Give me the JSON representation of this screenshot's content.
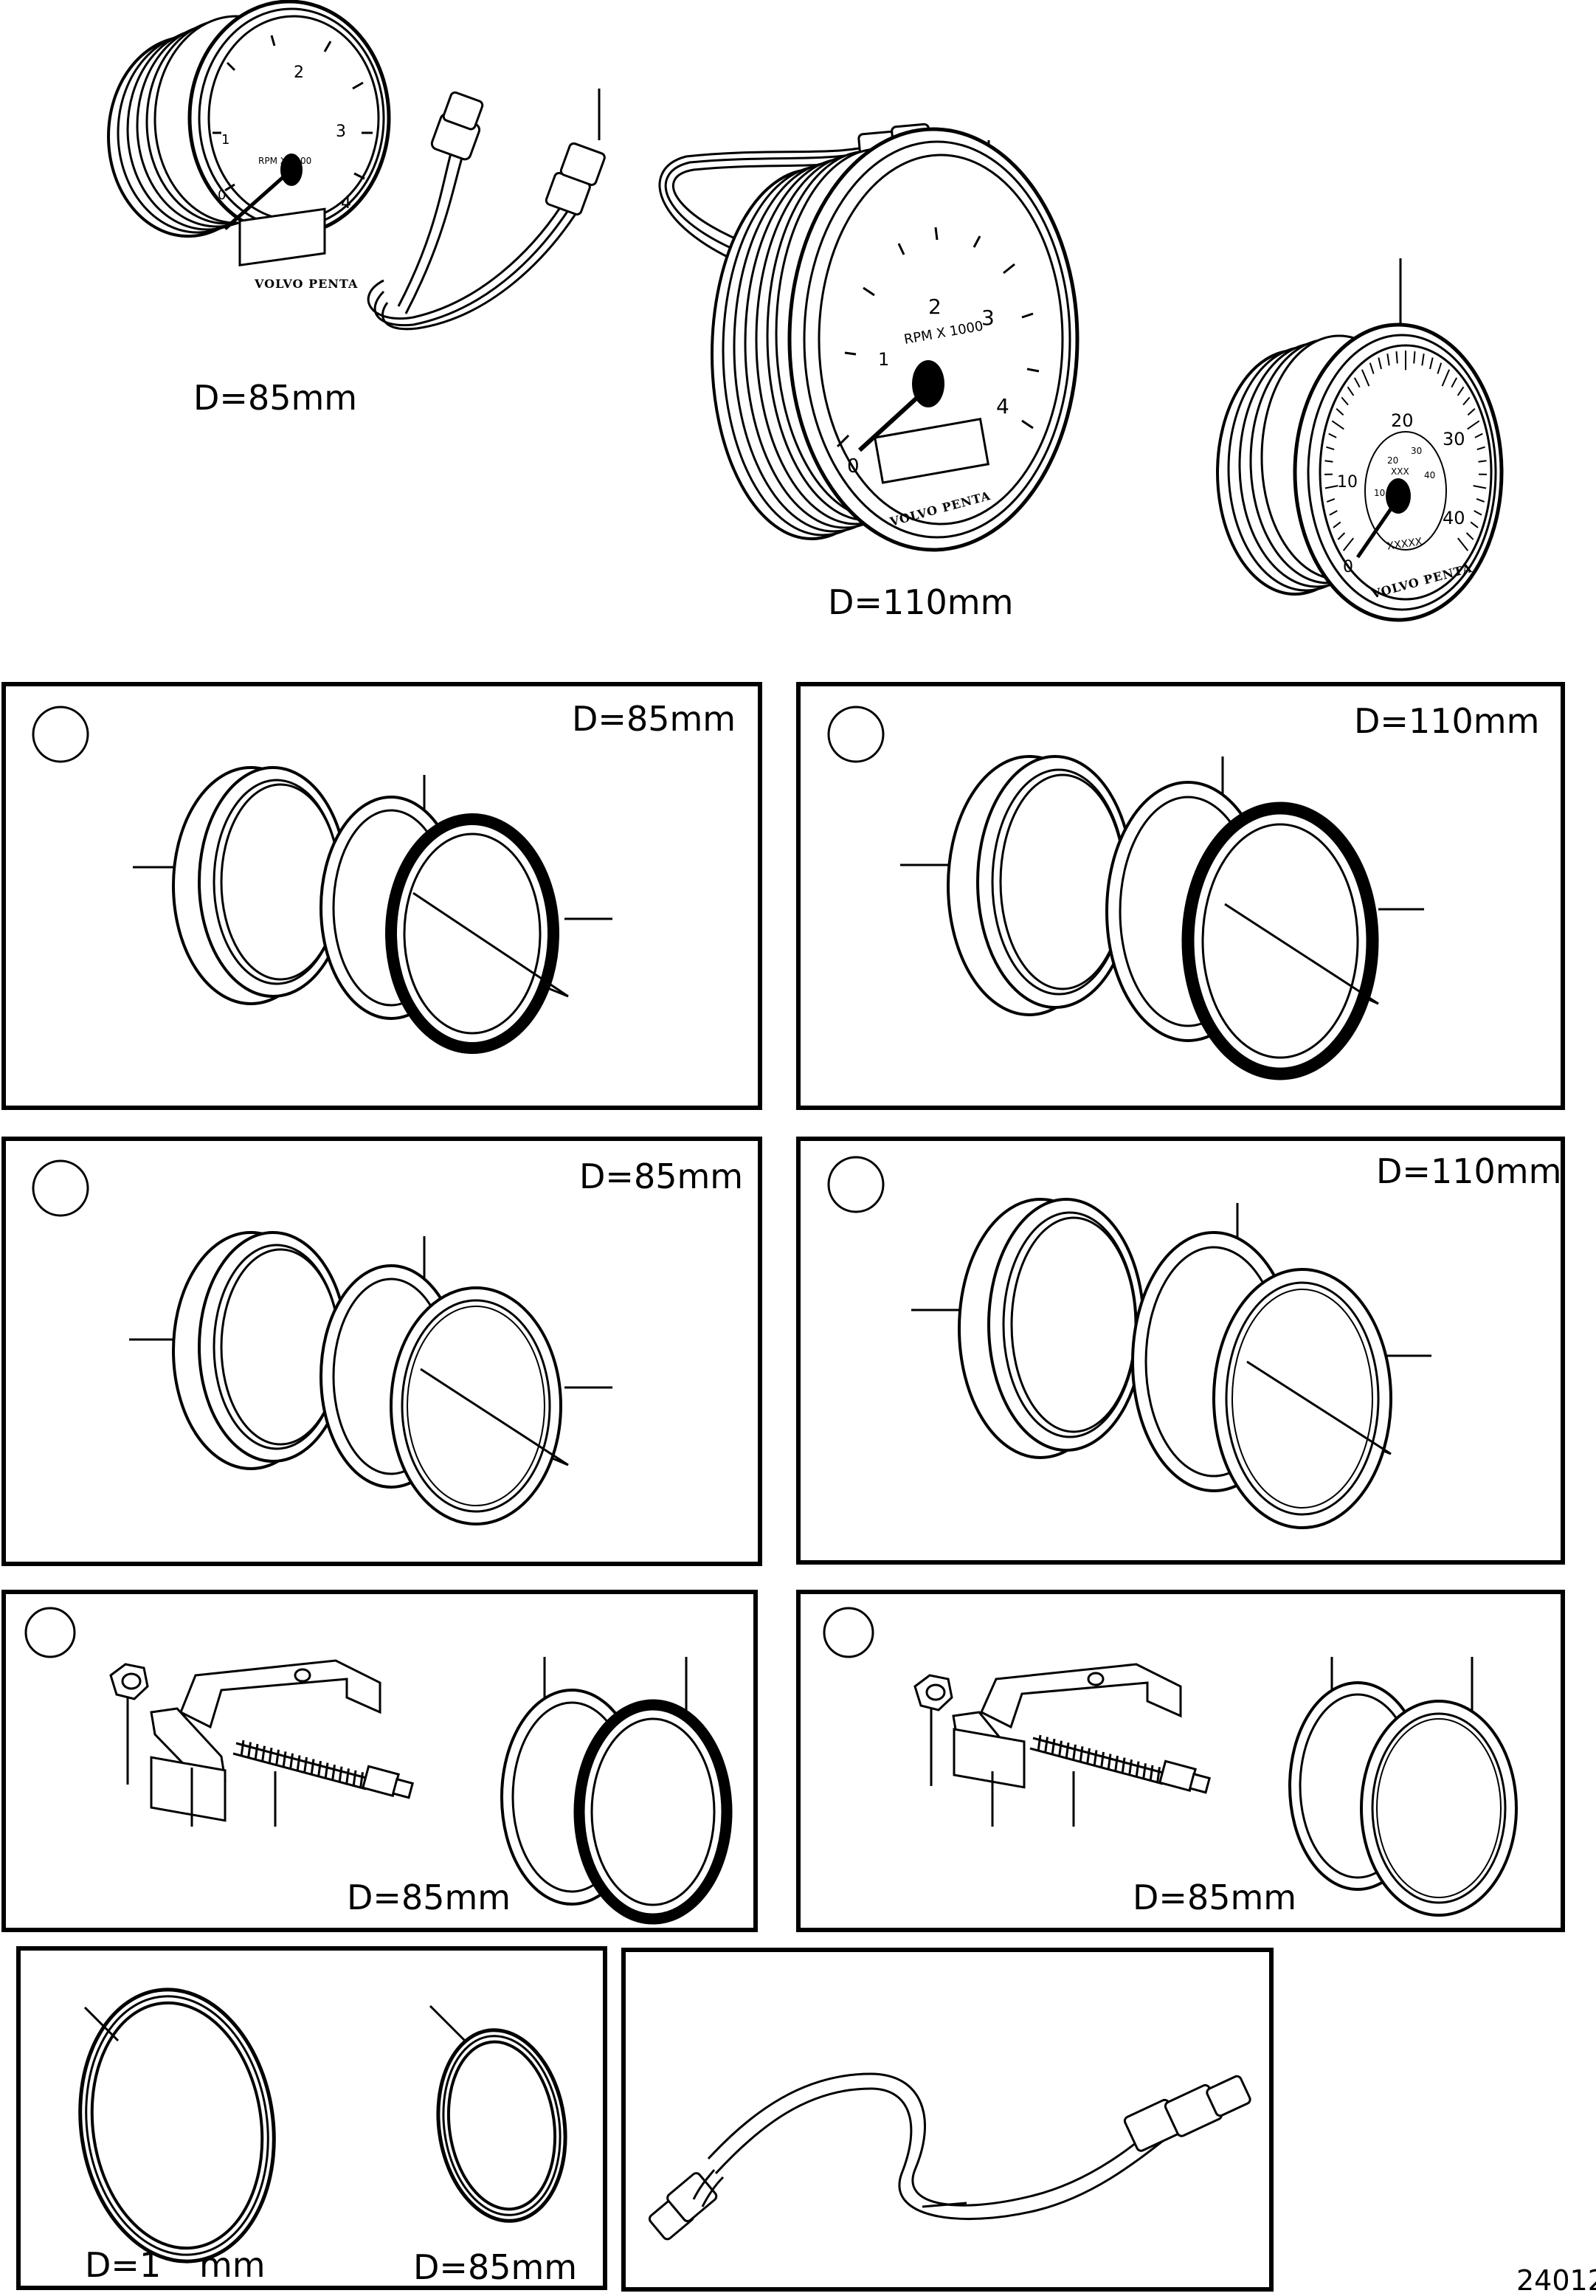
{
  "gauges": {
    "small_tach": {
      "rpm_label": "RPM X 1000",
      "ticks": [
        "0",
        "1",
        "2",
        "3",
        "4"
      ],
      "brand": "VOLVO PENTA",
      "size_label": "D=85mm"
    },
    "large_tach": {
      "rpm_label": "RPM X 1000",
      "ticks": [
        "0",
        "1",
        "2",
        "3",
        "4"
      ],
      "brand": "VOLVO PENTA",
      "size_label": "D=110mm"
    },
    "speedo": {
      "outer_ticks": [
        "0",
        "10",
        "20",
        "30",
        "40"
      ],
      "inner_ticks": [
        "10",
        "20",
        "30",
        "40"
      ],
      "inner_unit": "XXX",
      "bottom_unit": "XXXXX",
      "brand": "VOLVO PENTA"
    }
  },
  "panels": {
    "p1": {
      "size_label": "D=85mm"
    },
    "p2": {
      "size_label": "D=110mm"
    },
    "p3": {
      "size_label": "D=85mm"
    },
    "p4": {
      "size_label": "D=110mm"
    },
    "p5": {
      "size_label": "D=85mm"
    },
    "p6": {
      "size_label": "D=85mm"
    },
    "p7": {
      "size_label_a": "D=1",
      "size_label_a_unit": "mm",
      "size_label_b": "D=85mm"
    },
    "p8": {}
  },
  "figure_ref": "24012"
}
